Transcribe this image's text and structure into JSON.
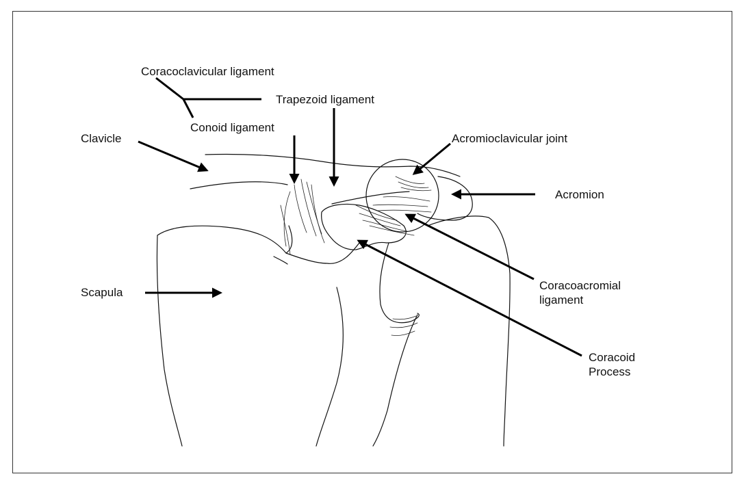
{
  "labels": {
    "coracoclavicular": "Coracoclavicular ligament",
    "trapezoid": "Trapezoid ligament",
    "conoid": "Conoid ligament",
    "clavicle": "Clavicle",
    "acromioclavicular": "Acromioclavicular  joint",
    "acromion": "Acromion",
    "scapula": "Scapula",
    "coracoacromial_line1": "Coracoacromial",
    "coracoacromial_line2": "ligament",
    "coracoid_line1": "Coracoid",
    "coracoid_line2": "Process"
  }
}
